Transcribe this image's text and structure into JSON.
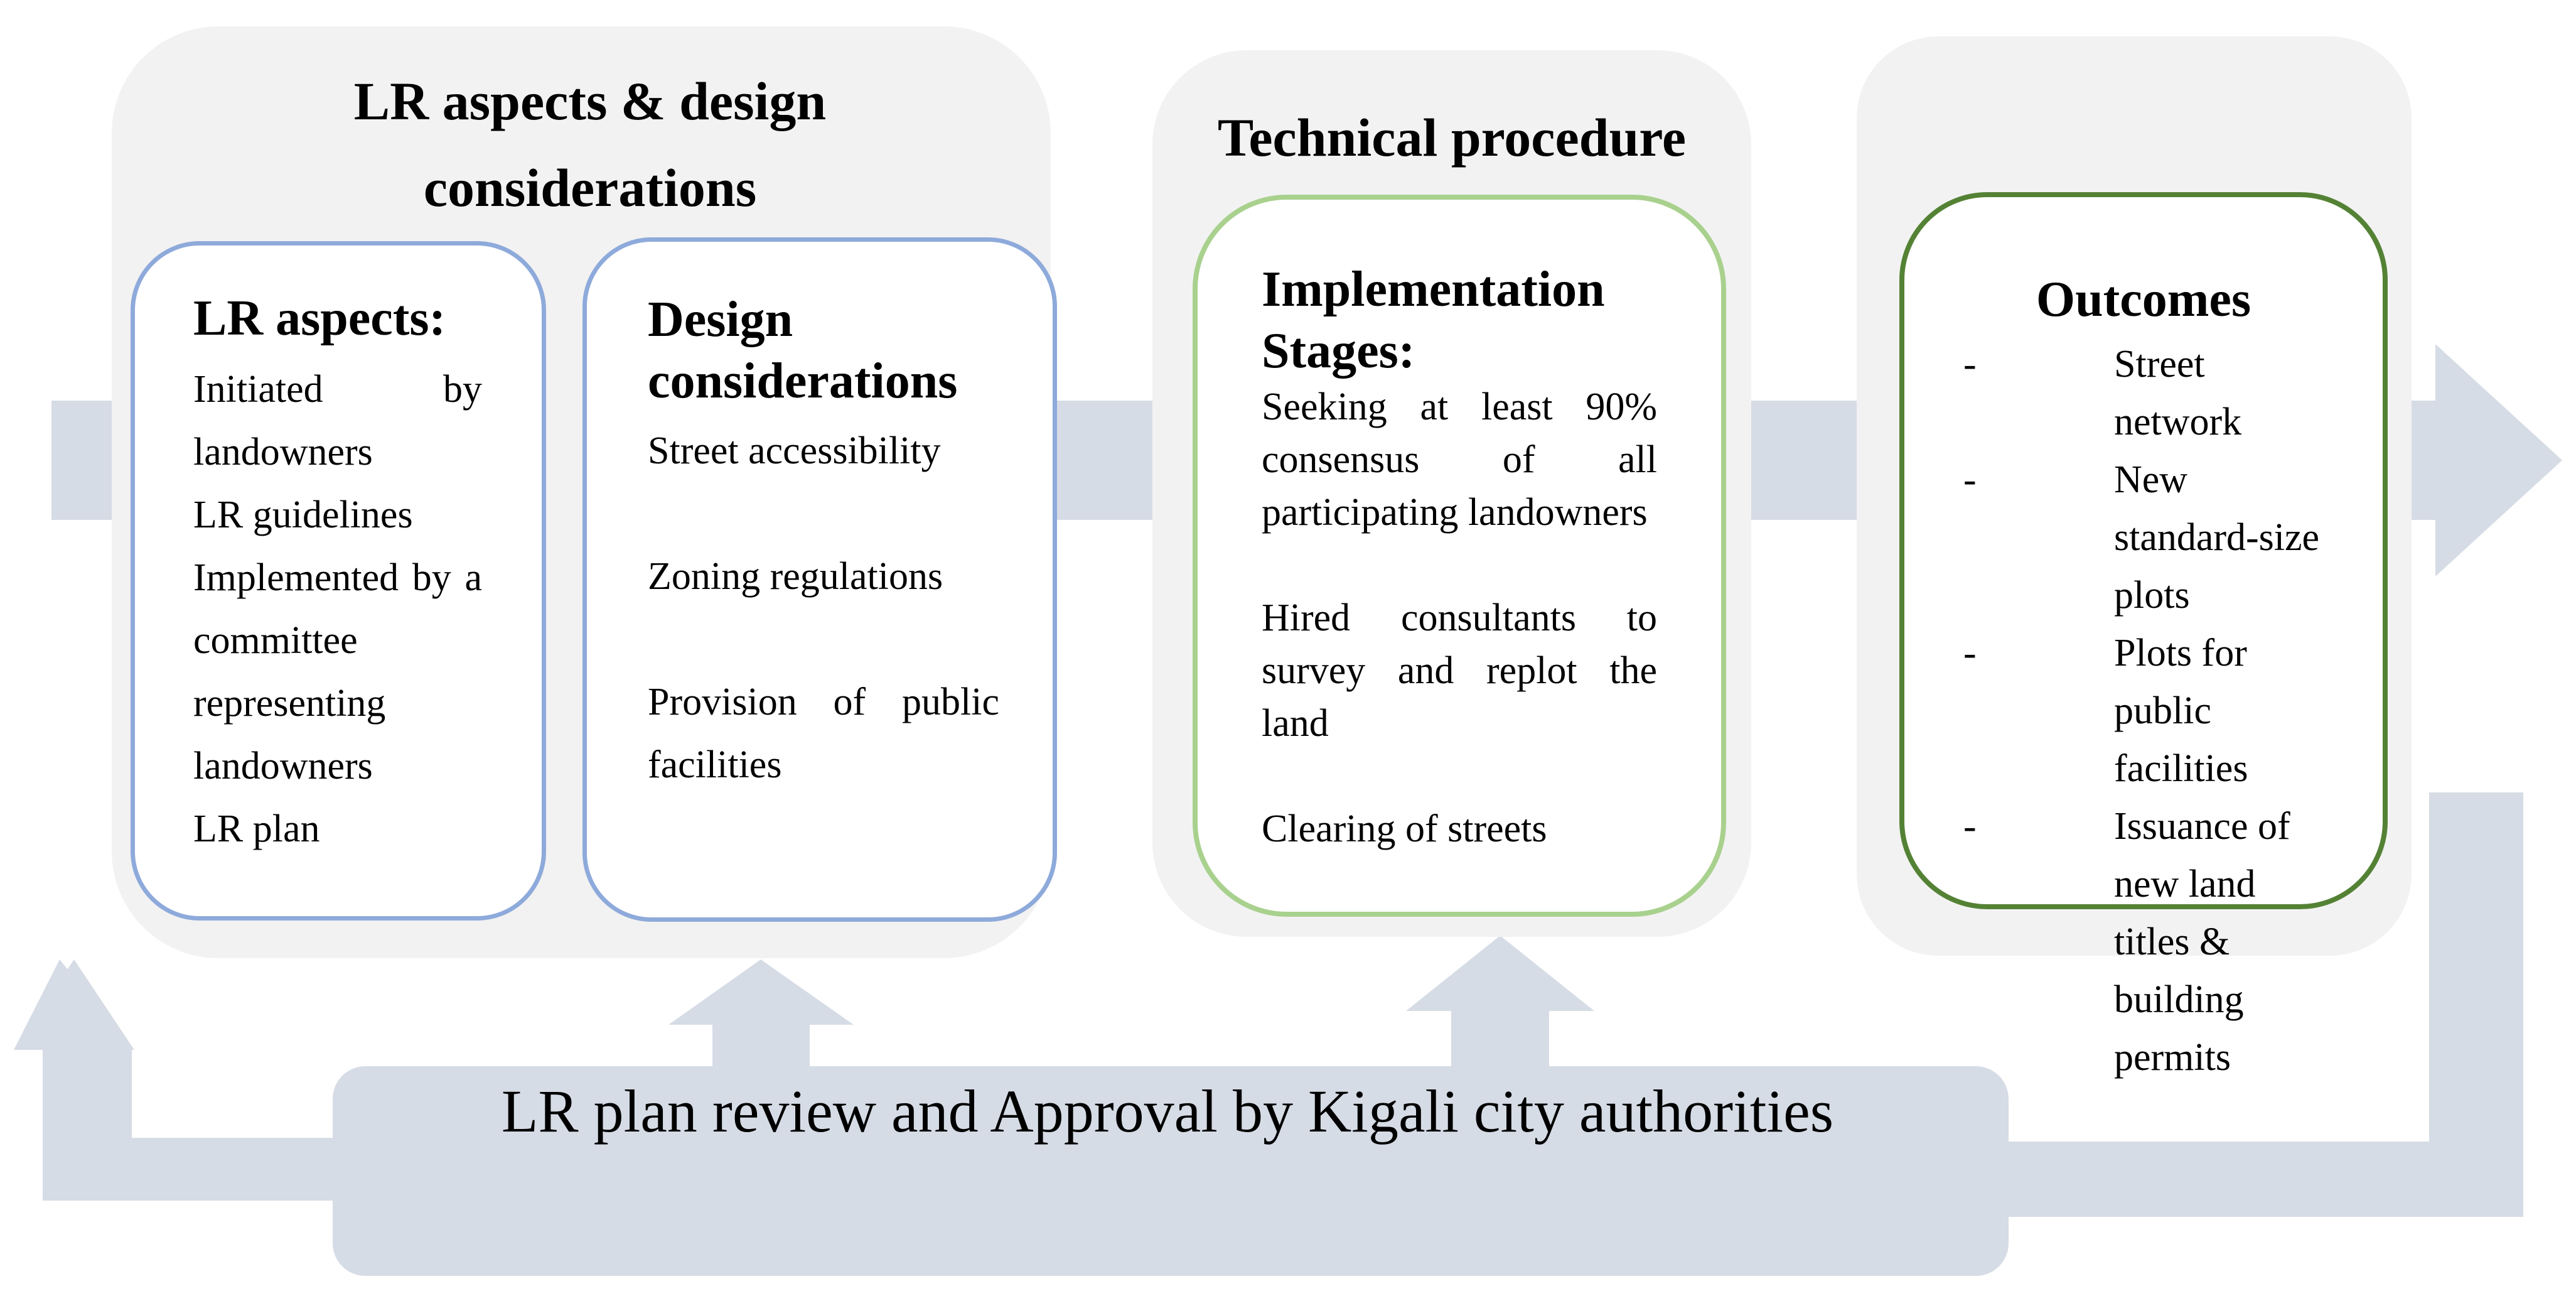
{
  "panels": {
    "lr_design": {
      "title": "LR aspects & design considerations",
      "lr_aspects": {
        "heading": "LR aspects:",
        "items": [
          "Initiated by landowners",
          "LR guidelines",
          "Implemented by a committee representing landowners",
          "LR plan"
        ]
      },
      "design_considerations": {
        "heading": "Design considerations",
        "items": [
          "Street accessibility",
          "Zoning regulations",
          "Provision of public facilities"
        ]
      }
    },
    "technical": {
      "title": "Technical procedure",
      "implementation": {
        "heading": "Implementation Stages:",
        "items": [
          "Seeking at least 90% consensus of all participating landowners",
          "Hired consultants to survey and replot the land",
          "Clearing of streets"
        ]
      }
    },
    "outcomes": {
      "heading": "Outcomes",
      "bullet": "-",
      "items": [
        "Street network",
        "New standard-size plots",
        "Plots for public facilities",
        "Issuance of new land titles & building permits"
      ]
    }
  },
  "review_bar": {
    "text": "LR plan review and Approval by Kigali city authorities"
  },
  "colors": {
    "arrow": "#d6dce5",
    "panel": "#f2f2f2",
    "lr_border": "#8eaadb",
    "implementation_border": "#a9d18e",
    "outcomes_border": "#548235"
  }
}
